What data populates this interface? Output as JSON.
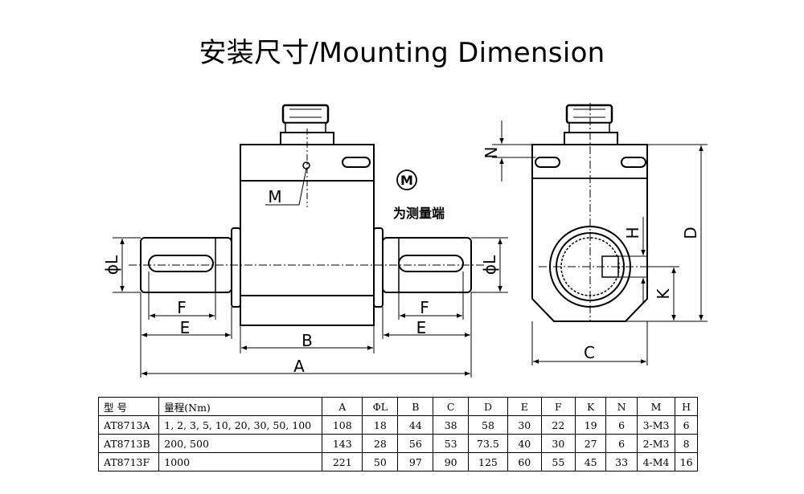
{
  "title": "安装尺寸/Mounting Dimension",
  "drawing": {
    "labels": {
      "A": "A",
      "B": "B",
      "E": "E",
      "F": "F",
      "M": "M",
      "phiL": "ϕL",
      "C": "C",
      "D": "D",
      "H": "H",
      "K": "K",
      "N": "N"
    },
    "callout_symbol": "M",
    "callout_note": "为测量端"
  },
  "table": {
    "headers": [
      "型  号",
      "量程(Nm)",
      "A",
      "ΦL",
      "B",
      "C",
      "D",
      "E",
      "F",
      "K",
      "N",
      "M",
      "H"
    ],
    "rows": [
      [
        "AT8713A",
        "1, 2, 3, 5, 10, 20, 30, 50, 100",
        "108",
        "18",
        "44",
        "38",
        "58",
        "30",
        "22",
        "19",
        "6",
        "3-M3",
        "6"
      ],
      [
        "AT8713B",
        "200, 500",
        "143",
        "28",
        "56",
        "53",
        "73.5",
        "40",
        "30",
        "27",
        "6",
        "2-M3",
        "8"
      ],
      [
        "AT8713F",
        "1000",
        "221",
        "50",
        "97",
        "90",
        "125",
        "60",
        "55",
        "45",
        "33",
        "4-M4",
        "16"
      ]
    ]
  }
}
